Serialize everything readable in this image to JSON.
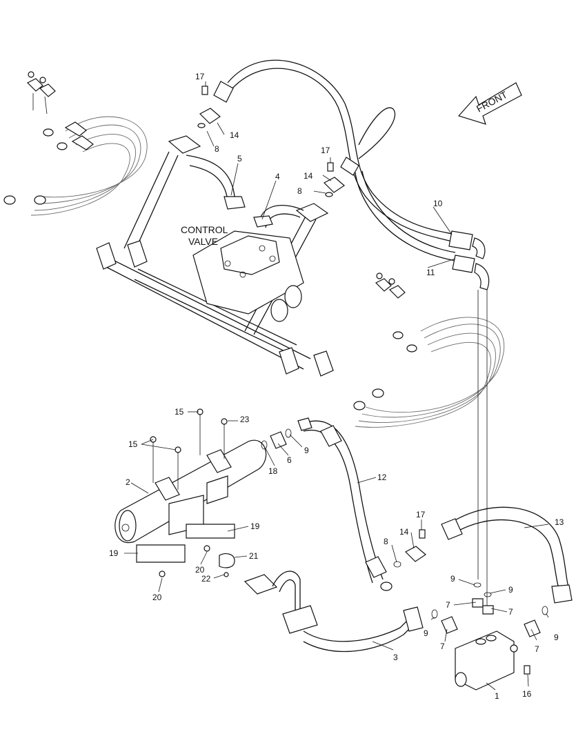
{
  "diagram": {
    "control_valve_label": [
      "CONTROL",
      "VALVE"
    ],
    "front_label": "FRONT",
    "callouts": [
      {
        "id": "c17a",
        "text": "17"
      },
      {
        "id": "c14a",
        "text": "14"
      },
      {
        "id": "c8a",
        "text": "8"
      },
      {
        "id": "c5",
        "text": "5"
      },
      {
        "id": "c4",
        "text": "4"
      },
      {
        "id": "c17b",
        "text": "17"
      },
      {
        "id": "c14b",
        "text": "14"
      },
      {
        "id": "c8b",
        "text": "8"
      },
      {
        "id": "c10",
        "text": "10"
      },
      {
        "id": "c11",
        "text": "11"
      },
      {
        "id": "c15a",
        "text": "15"
      },
      {
        "id": "c23",
        "text": "23"
      },
      {
        "id": "c15b",
        "text": "15"
      },
      {
        "id": "c9a",
        "text": "9"
      },
      {
        "id": "c6",
        "text": "6"
      },
      {
        "id": "c18",
        "text": "18"
      },
      {
        "id": "c2",
        "text": "2"
      },
      {
        "id": "c12",
        "text": "12"
      },
      {
        "id": "c19a",
        "text": "19"
      },
      {
        "id": "c19b",
        "text": "19"
      },
      {
        "id": "c20a",
        "text": "20"
      },
      {
        "id": "c21",
        "text": "21"
      },
      {
        "id": "c22",
        "text": "22"
      },
      {
        "id": "c20b",
        "text": "20"
      },
      {
        "id": "c17c",
        "text": "17"
      },
      {
        "id": "c14c",
        "text": "14"
      },
      {
        "id": "c8c",
        "text": "8"
      },
      {
        "id": "c13",
        "text": "13"
      },
      {
        "id": "c9b",
        "text": "9"
      },
      {
        "id": "c9c",
        "text": "9"
      },
      {
        "id": "c7a",
        "text": "7"
      },
      {
        "id": "c7b",
        "text": "7"
      },
      {
        "id": "c9d",
        "text": "9"
      },
      {
        "id": "c7c",
        "text": "7"
      },
      {
        "id": "c7d",
        "text": "7"
      },
      {
        "id": "c9e",
        "text": "9"
      },
      {
        "id": "c3",
        "text": "3"
      },
      {
        "id": "c1",
        "text": "1"
      },
      {
        "id": "c16",
        "text": "16"
      }
    ]
  }
}
